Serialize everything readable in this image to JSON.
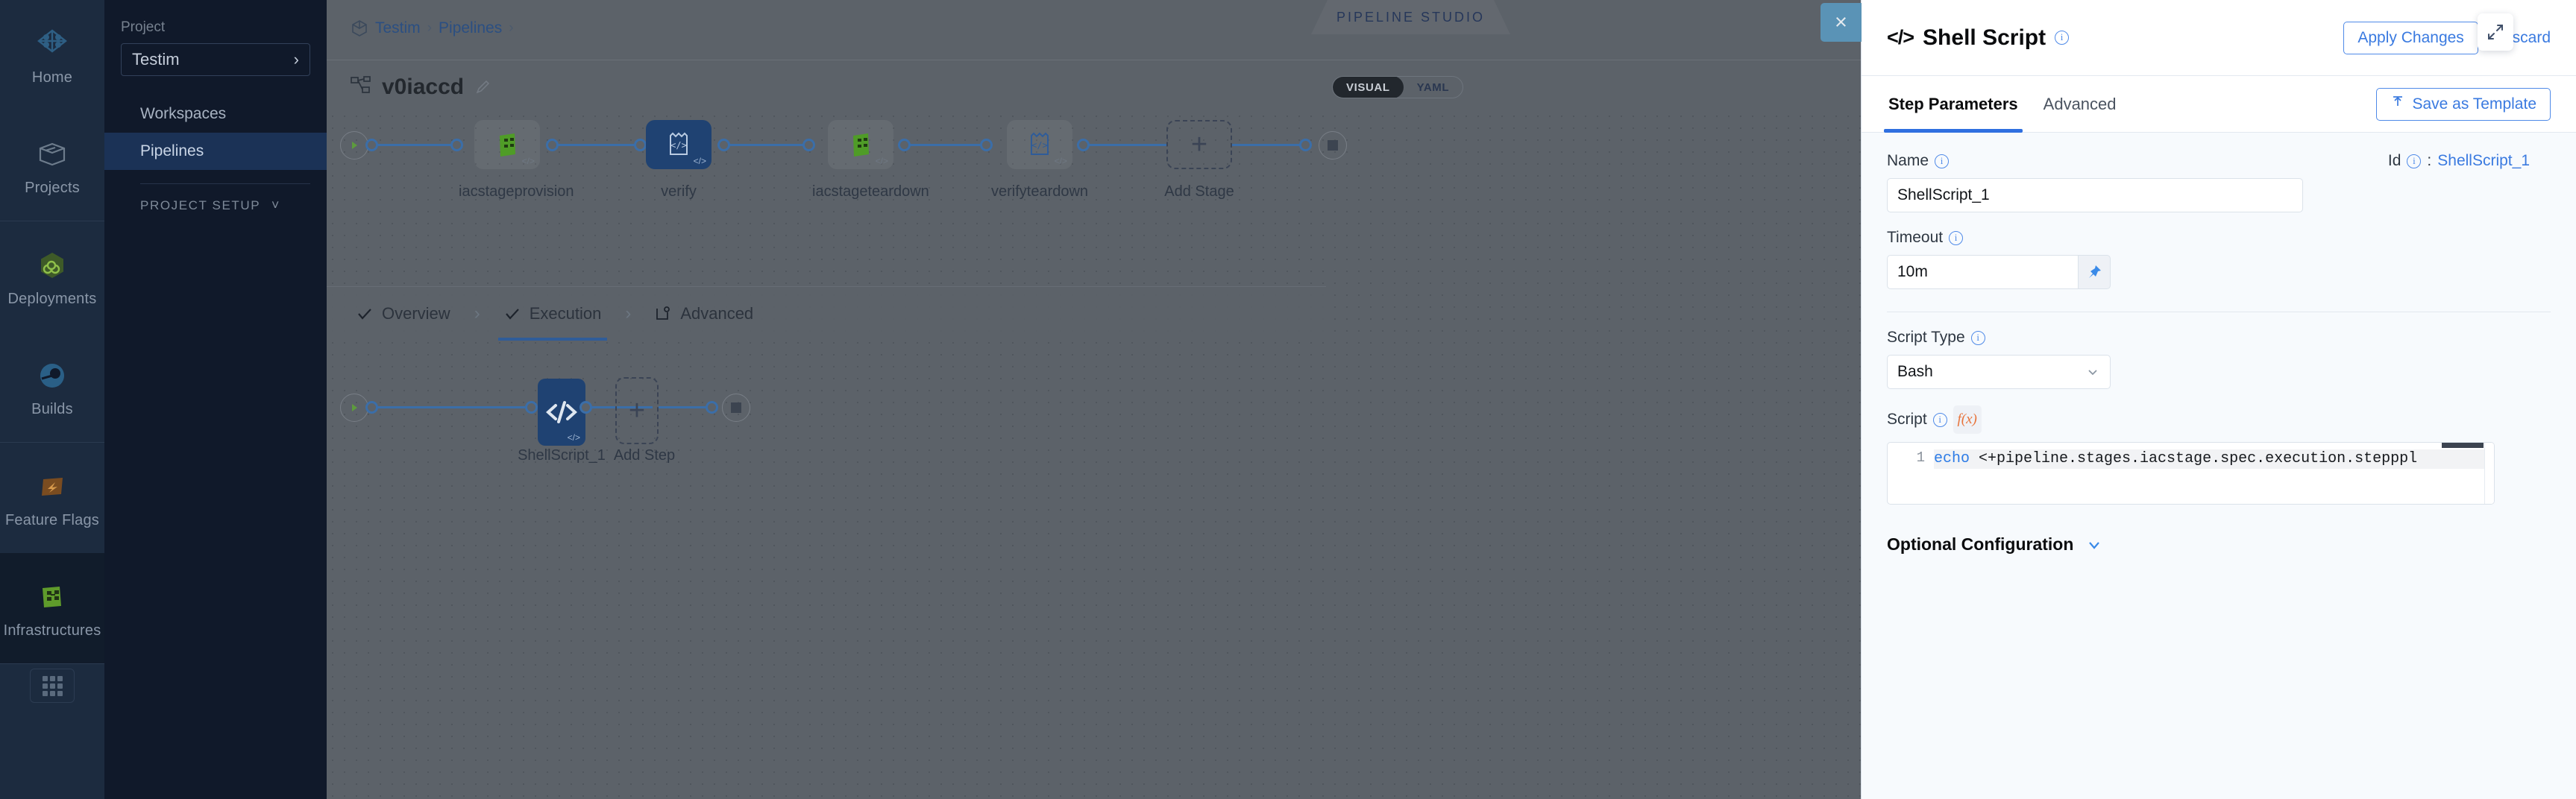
{
  "rail": {
    "items": [
      {
        "label": "Home",
        "icon": "home-cube-icon"
      },
      {
        "label": "Projects",
        "icon": "box-icon"
      },
      {
        "label": "Deployments",
        "icon": "infinity-hex-icon"
      },
      {
        "label": "Builds",
        "icon": "gear-circle-icon"
      },
      {
        "label": "Feature Flags",
        "icon": "flag-icon"
      },
      {
        "label": "Infrastructures",
        "icon": "infra-nodes-icon"
      }
    ],
    "bottom_icon": "apps-grid-icon"
  },
  "project_nav": {
    "caption": "Project",
    "selected_project": "Testim",
    "items": [
      {
        "label": "Workspaces",
        "active": false
      },
      {
        "label": "Pipelines",
        "active": true
      }
    ],
    "section_label": "PROJECT SETUP"
  },
  "topbar": {
    "breadcrumb": [
      "Testim",
      "Pipelines"
    ],
    "studio_tag": "PIPELINE STUDIO"
  },
  "subbar": {
    "pipeline_name": "v0iaccd",
    "view_toggle": {
      "options": [
        "VISUAL",
        "YAML"
      ],
      "selected": "VISUAL"
    }
  },
  "stages": [
    {
      "label": "iacstageprovision",
      "icon": "infra-green-icon",
      "selected": false
    },
    {
      "label": "verify",
      "icon": "code-shirt-icon",
      "selected": true
    },
    {
      "label": "iacstageteardown",
      "icon": "infra-green-icon",
      "selected": false
    },
    {
      "label": "verifyteardown",
      "icon": "code-shirt-icon",
      "selected": false
    },
    {
      "label": "Add Stage",
      "icon": "plus-icon",
      "selected": false
    }
  ],
  "step_tabs": [
    {
      "label": "Overview",
      "icon": "check-icon",
      "active": false
    },
    {
      "label": "Execution",
      "icon": "check-icon",
      "active": true
    },
    {
      "label": "Advanced",
      "icon": "advanced-gear-icon",
      "active": false
    }
  ],
  "steps": [
    {
      "label": "ShellScript_1",
      "icon": "code-icon",
      "selected": true
    },
    {
      "label": "Add Step",
      "icon": "plus-icon",
      "selected": false
    }
  ],
  "panel": {
    "close_label": "×",
    "icon": "code-icon",
    "title": "Shell Script",
    "apply_label": "Apply Changes",
    "discard_label": "Discard",
    "tabs": [
      {
        "label": "Step Parameters",
        "active": true
      },
      {
        "label": "Advanced",
        "active": false
      }
    ],
    "save_template_label": "Save as Template",
    "save_template_icon": "upload-template-icon",
    "name_label": "Name",
    "name_value": "ShellScript_1",
    "id_label": "Id",
    "id_separator": ":",
    "id_value": "ShellScript_1",
    "timeout_label": "Timeout",
    "timeout_value": "10m",
    "timeout_pin_icon": "pin-icon",
    "script_type_label": "Script Type",
    "script_type_value": "Bash",
    "script_label": "Script",
    "script_fx_label": "f(x)",
    "script_line_number": "1",
    "script_keyword": "echo",
    "script_rest": " <+pipeline.stages.iacstage.spec.execution.step",
    "script_tail": "ppl",
    "script_expand_icon": "expand-icon",
    "optional_config_label": "Optional Configuration",
    "optional_config_icon": "chevron-down-icon"
  },
  "colors": {
    "accent_blue": "#3a7ae0",
    "node_selected": "#1f4272",
    "rail_bg": "#1c2b3f",
    "canvas_bg": "#5c6269",
    "panel_bg": "#f7fafd"
  }
}
